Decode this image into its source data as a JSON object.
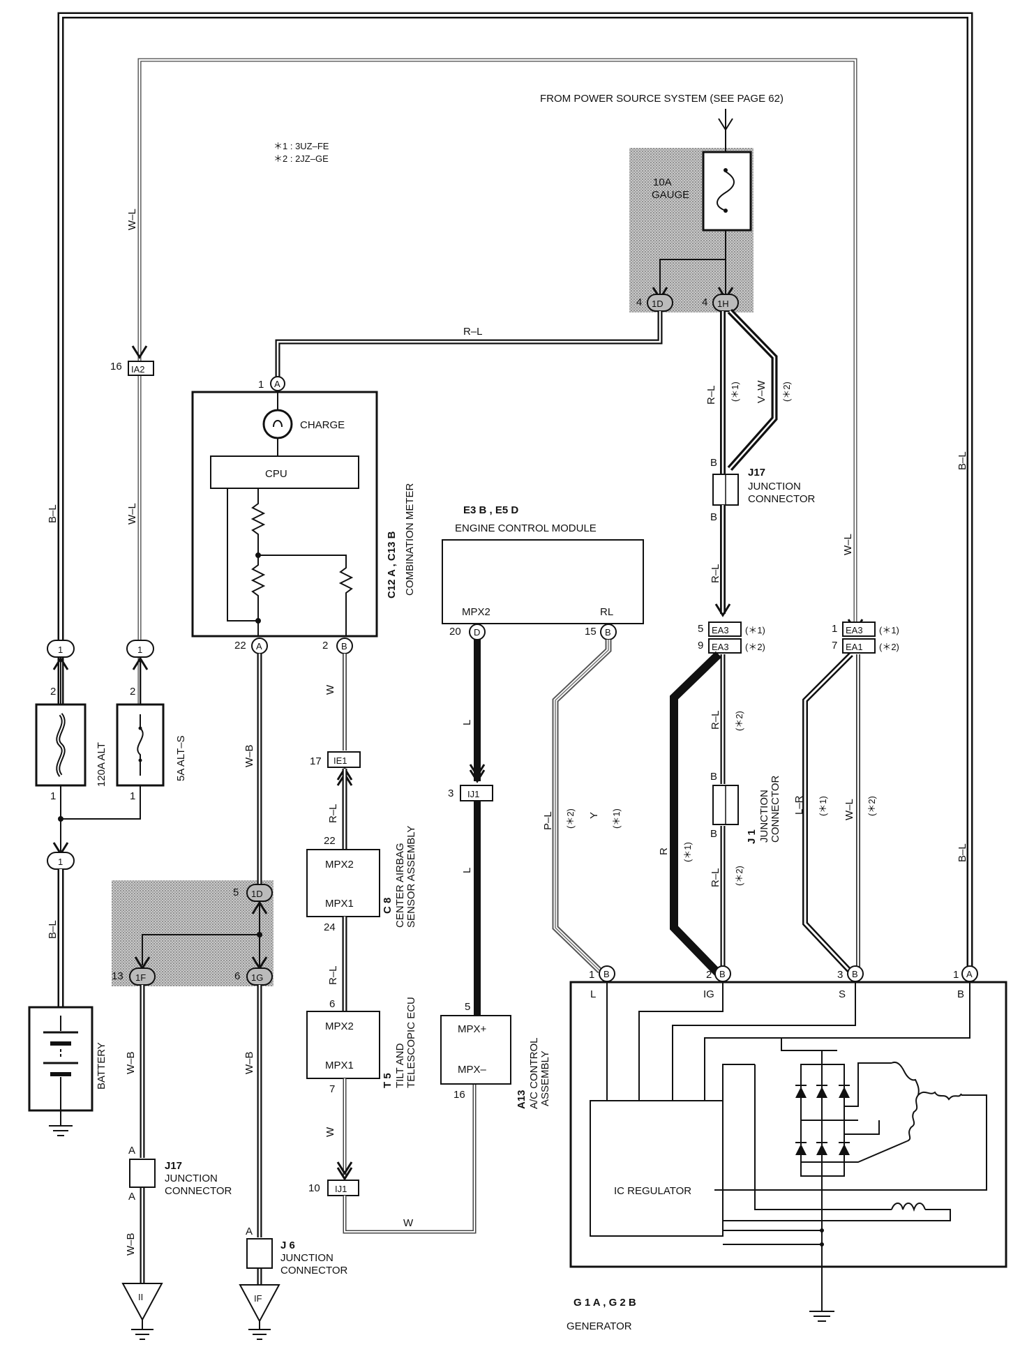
{
  "header": {
    "power_source": "FROM POWER SOURCE SYSTEM (SEE PAGE 62)",
    "note1": "＊1 : 3UZ–FE",
    "note2": "＊2 : 2JZ–GE"
  },
  "fuses": {
    "gauge": "10A GAUGE",
    "alt120": "120A ALT",
    "alts": "5A ALT–S"
  },
  "components": {
    "combo_meter_code": "C12 A , C13 B",
    "combo_meter_name": "COMBINATION METER",
    "charge": "CHARGE",
    "cpu": "CPU",
    "ecm_code": "E3 B , E5 D",
    "ecm_name": "ENGINE CONTROL MODULE",
    "ecm_mpx2": "MPX2",
    "ecm_rl": "RL",
    "airbag_code": "C 8",
    "airbag_name1": "CENTER AIRBAG",
    "airbag_name2": "SENSOR ASSEMBLY",
    "airbag_mpx2": "MPX2",
    "airbag_mpx1": "MPX1",
    "tilt_code": "T 5",
    "tilt_name1": "TILT AND",
    "tilt_name2": "TELESCOPIC ECU",
    "tilt_mpx2": "MPX2",
    "tilt_mpx1": "MPX1",
    "ac_code": "A13",
    "ac_name1": "A/C CONTROL",
    "ac_name2": "ASSEMBLY",
    "ac_mpxp": "MPX+",
    "ac_mpxm": "MPX–",
    "j17_code": "J17",
    "j1_code": "J 1",
    "j6_code": "J 6",
    "junction": "JUNCTION",
    "connector": "CONNECTOR",
    "battery": "BATTERY",
    "ic_regulator": "IC REGULATOR",
    "generator_code": "G 1 A , G 2 B",
    "generator_name": "GENERATOR",
    "gen_L": "L",
    "gen_IG": "IG",
    "gen_S": "S",
    "gen_B": "B"
  },
  "connectors": {
    "c1D": "1D",
    "c1H": "1H",
    "cIA2": "IA2",
    "cIE1": "IE1",
    "cIJ1": "IJ1",
    "cEA3": "EA3",
    "cEA1": "EA1",
    "c1F": "1F",
    "c1G": "1G",
    "c1": "1",
    "gndII": "II",
    "gndIF": "IF"
  },
  "wires": {
    "BL": "B–L",
    "WL": "W–L",
    "RL": "R–L",
    "VW": "V–W",
    "W": "W",
    "WB": "W–B",
    "L": "L",
    "PL": "P–L",
    "Y": "Y",
    "R": "R",
    "LR": "L–R",
    "B": "B",
    "A": "A",
    "s1": "(＊1)",
    "s2": "(＊2)"
  }
}
